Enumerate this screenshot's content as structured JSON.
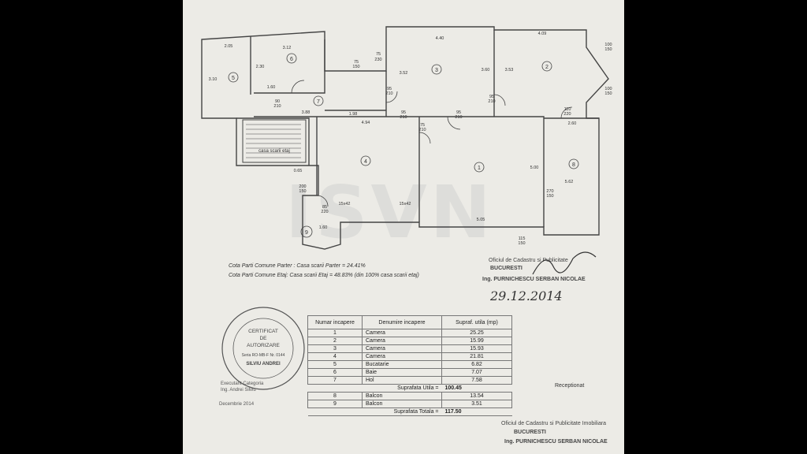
{
  "watermark": "ISVN",
  "plan": {
    "room_numbers": [
      "1",
      "2",
      "3",
      "4",
      "5",
      "6",
      "7",
      "8",
      "9"
    ],
    "stair_label": "casa scarii etaj",
    "dims": [
      "2.05",
      "3.12",
      "4.40",
      "4.09",
      "100",
      "150",
      "75",
      "230",
      "2.30",
      "1.60",
      "3.10",
      "3.52",
      "3.60",
      "3.53",
      "95",
      "210",
      "1.98",
      "4.94",
      "3.88",
      "110",
      "220",
      "2.60",
      "90",
      "210",
      "15x42",
      "15x42",
      "5.05",
      "5.00",
      "5.62",
      "270",
      "150",
      "85",
      "220",
      "0.65",
      "200",
      "150",
      "1.60",
      "115",
      "150",
      "75",
      "150",
      "95",
      "210",
      "95",
      "210",
      "95",
      "210",
      "75",
      "210",
      "100",
      "150"
    ]
  },
  "cota_parter": "Cota Parti Comune Parter : Casa scarii Parter = 24.41%",
  "cota_etaj": "Cota Parti Comune Etaj: Casa scarii Etaj = 48.83% (din 100% casa scarii etaj)",
  "stamp": {
    "line1": "CERTIFICAT",
    "line2": "DE",
    "line3": "AUTORIZARE",
    "line4": "Seria RO-MB-F Nr. 0144",
    "line5": "SILVIU ANDREI"
  },
  "executant": "Executant  Categoria",
  "engineer": "Ing. Andrei Silviu",
  "date_text": "Decembrie 2014",
  "table": {
    "headers": [
      "Numar incapere",
      "Denumire incapere",
      "Supraf. utila (mp)"
    ],
    "rows": [
      [
        "1",
        "Camera",
        "25.25"
      ],
      [
        "2",
        "Camera",
        "15.99"
      ],
      [
        "3",
        "Camera",
        "15.93"
      ],
      [
        "4",
        "Camera",
        "21.81"
      ],
      [
        "5",
        "Bucatarie",
        "6.82"
      ],
      [
        "6",
        "Baie",
        "7.07"
      ],
      [
        "7",
        "Hol",
        "7.58"
      ]
    ],
    "subtotal_label": "Suprafata Utila =",
    "subtotal_value": "100.45",
    "rows2": [
      [
        "8",
        "Balcon",
        "13.54"
      ],
      [
        "9",
        "Balcon",
        "3.51"
      ]
    ],
    "total_label": "Suprafata Totala =",
    "total_value": "117.50"
  },
  "registry_top": {
    "line1": "Oficiul de Cadastru si Publicitate",
    "line2": "BUCURESTI",
    "line3": "Ing. PURNICHESCU SERBAN NICOLAE"
  },
  "handwritten_date": "29.12.2014",
  "receptionat": "Receptionat",
  "registry_bottom": {
    "line1": "Oficiul de Cadastru si Publicitate Imobiliara",
    "line2": "BUCURESTI",
    "line3": "Ing. PURNICHESCU SERBAN NICOLAE"
  }
}
